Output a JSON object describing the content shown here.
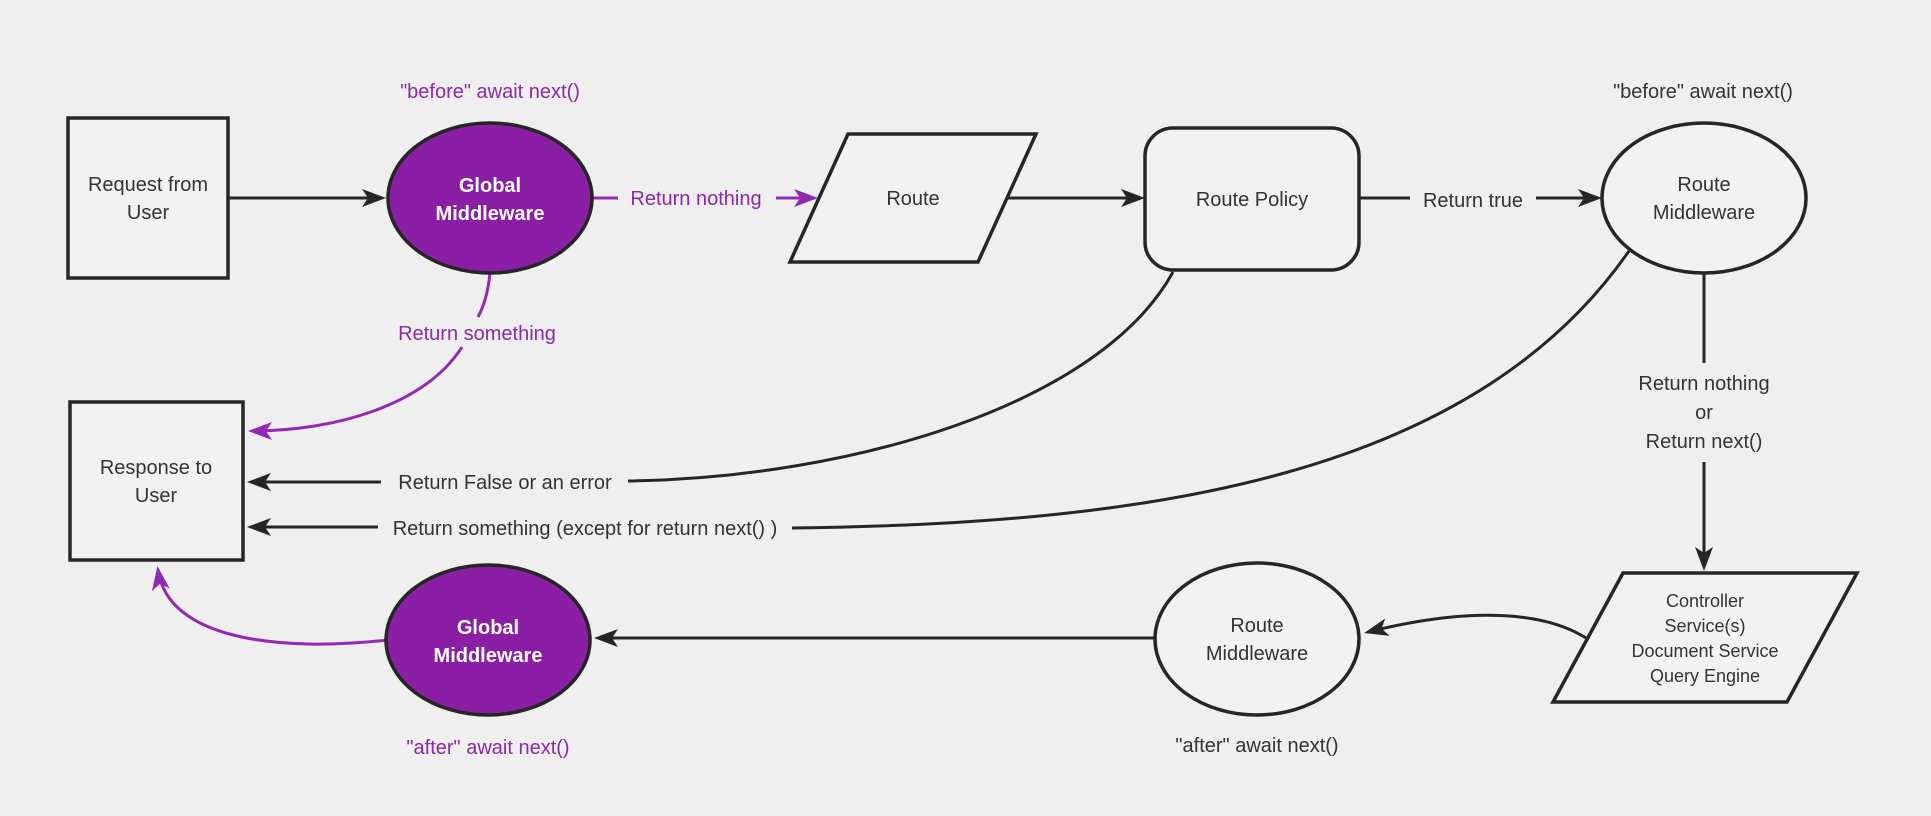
{
  "diagram": {
    "type": "flowchart",
    "colors": {
      "background": "#efefef",
      "node_fill": "#f2f2f2",
      "stroke_dark": "#262626",
      "text_dark": "#333333",
      "purple_fill": "#8a1fa5",
      "purple_stroke": "#9329b3",
      "purple_text": "#8d27ac",
      "text_on_purple": "#ffffff"
    },
    "nodes": {
      "request": {
        "shape": "rectangle",
        "lines": [
          "Request from",
          "User"
        ]
      },
      "global_middleware_top": {
        "shape": "ellipse",
        "lines": [
          "Global",
          "Middleware"
        ]
      },
      "route": {
        "shape": "parallelogram",
        "label": "Route"
      },
      "route_policy": {
        "shape": "rounded-rectangle",
        "label": "Route Policy"
      },
      "route_middleware_top": {
        "shape": "ellipse",
        "lines": [
          "Route",
          "Middleware"
        ]
      },
      "controller_services": {
        "shape": "parallelogram",
        "lines": [
          "Controller",
          "Service(s)",
          "Document Service",
          "Query Engine"
        ]
      },
      "route_middleware_bottom": {
        "shape": "ellipse",
        "lines": [
          "Route",
          "Middleware"
        ]
      },
      "global_middleware_bottom": {
        "shape": "ellipse",
        "lines": [
          "Global",
          "Middleware"
        ]
      },
      "response": {
        "shape": "rectangle",
        "lines": [
          "Response to",
          "User"
        ]
      }
    },
    "labels": {
      "before_await_global": "\"before\" await next()",
      "return_nothing": "Return nothing",
      "return_true": "Return true",
      "before_await_route": "\"before\" await next()",
      "return_nothing_or_next": {
        "lines": [
          "Return nothing",
          "or",
          "Return next()"
        ]
      },
      "return_false_or_error": "Return False or an error",
      "return_something_except": "Return something (except for return next() )",
      "return_something": "Return something",
      "after_await_route": "\"after\" await next()",
      "after_await_global": "\"after\" await next()"
    }
  }
}
